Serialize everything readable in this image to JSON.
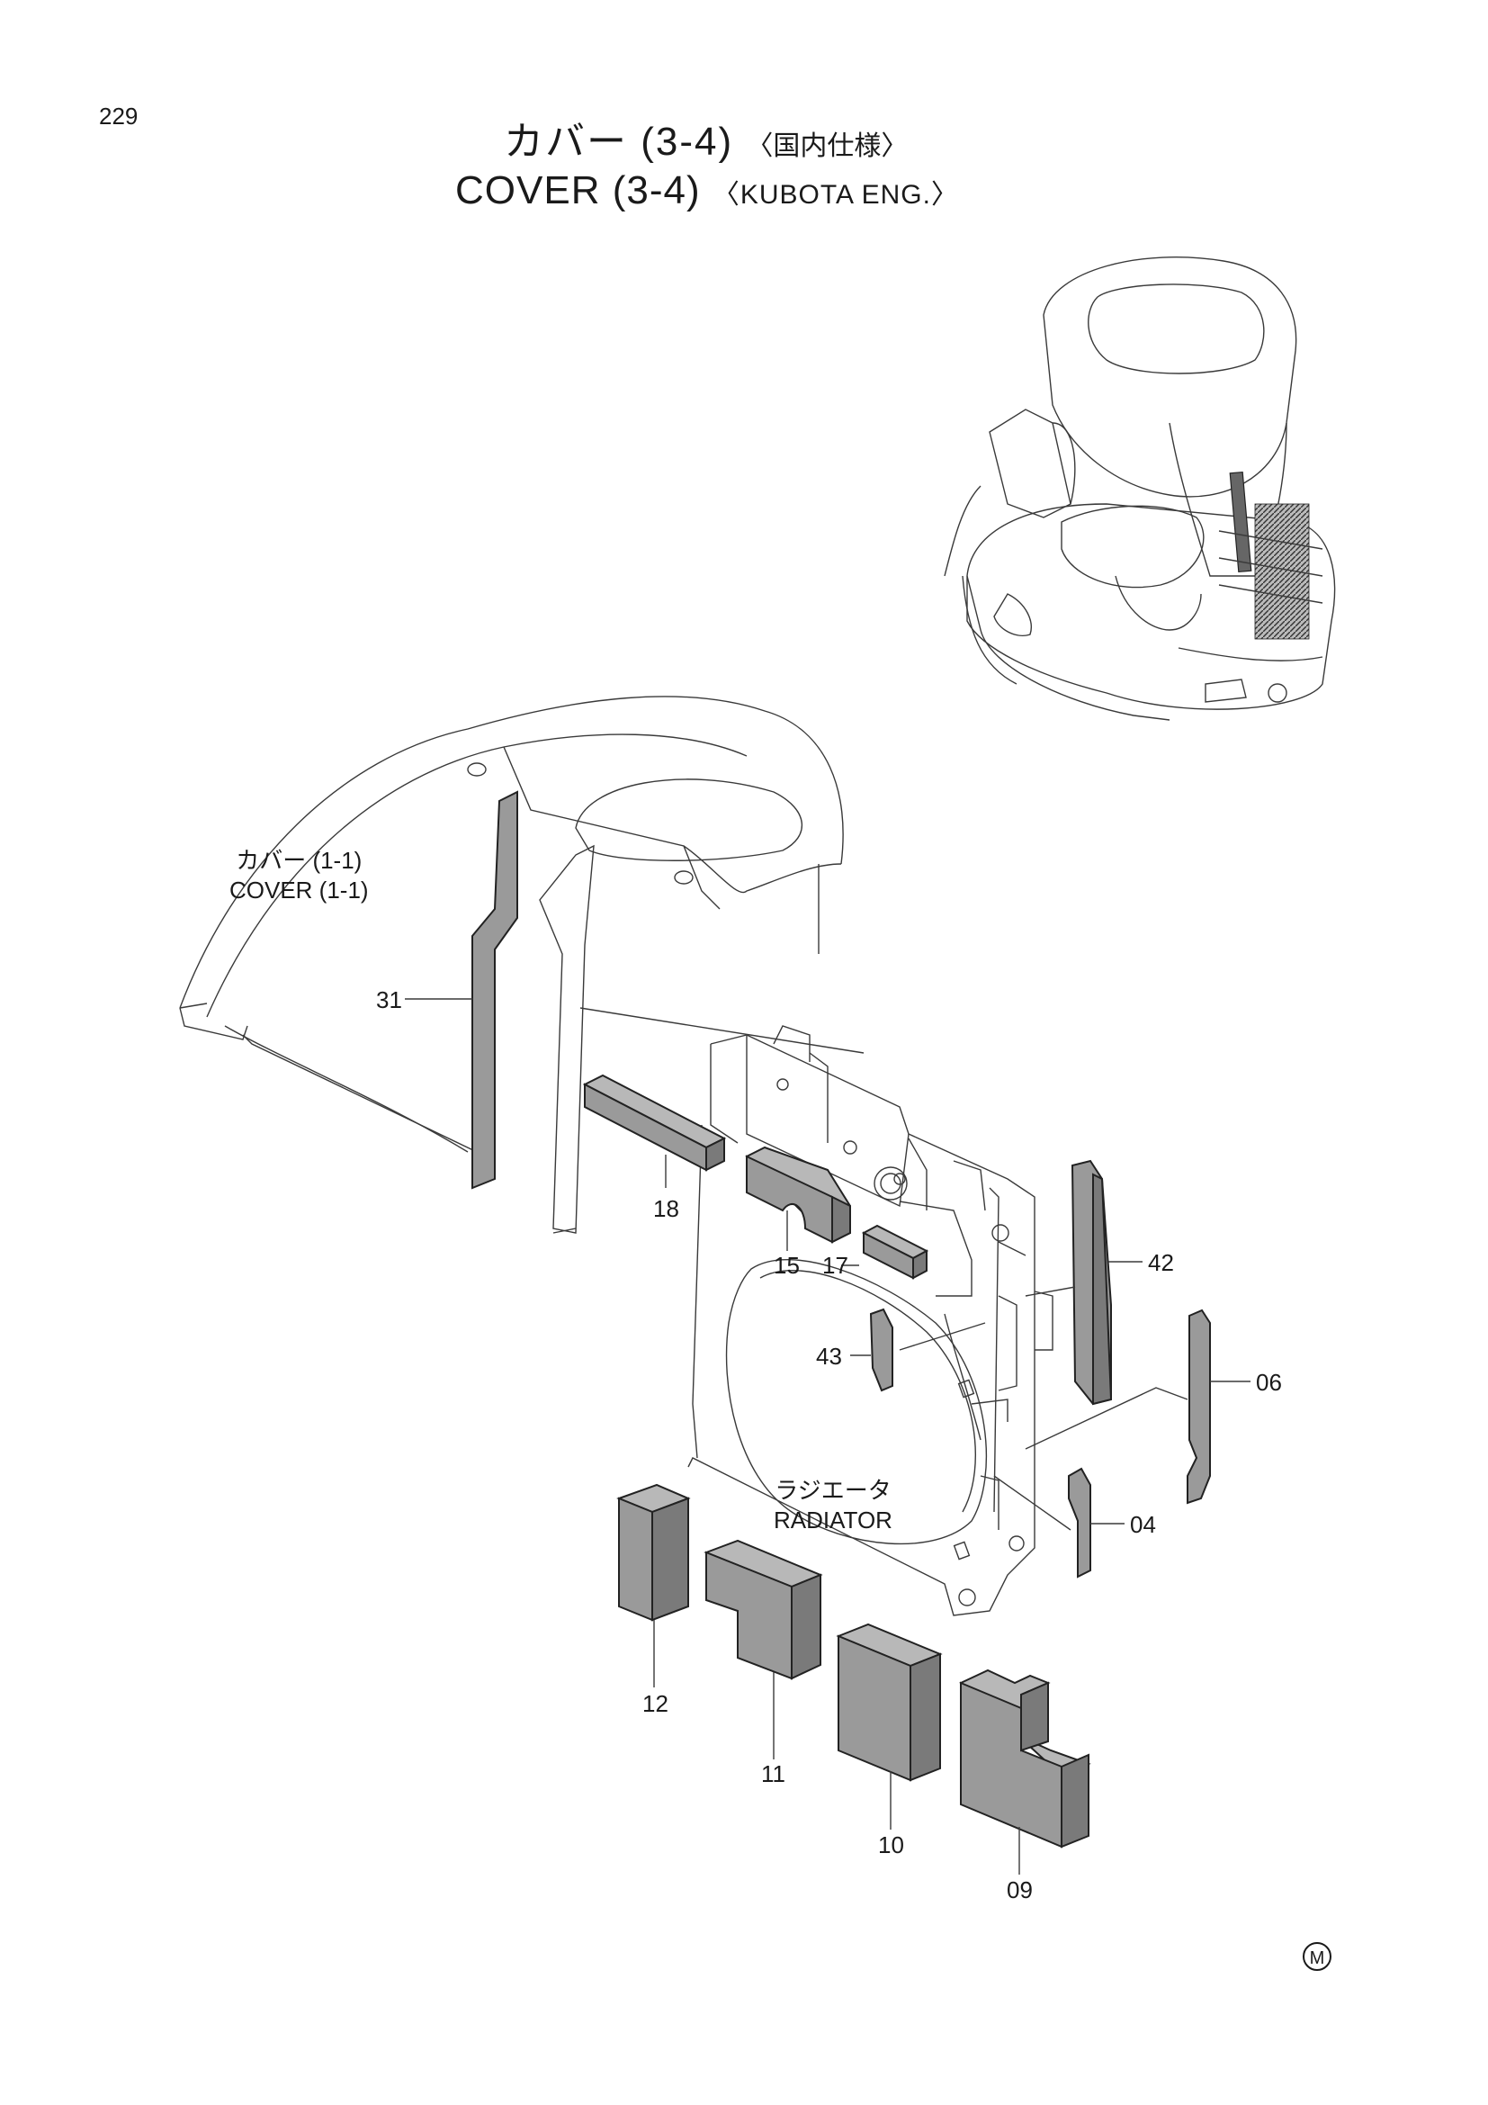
{
  "page_number": "229",
  "title": {
    "jp_main": "カバー (3-4)",
    "jp_sub": "〈国内仕様〉",
    "en_main": "COVER (3-4)",
    "en_sub": "〈KUBOTA ENG.〉"
  },
  "references": {
    "cover_1_1_jp": "カバー (1-1)",
    "cover_1_1_en": "COVER (1-1)",
    "radiator_jp": "ラジエータ",
    "radiator_en": "RADIATOR"
  },
  "part_labels": {
    "p31": "31",
    "p18": "18",
    "p15": "15",
    "p17": "17",
    "p42": "42",
    "p43": "43",
    "p06": "06",
    "p04": "04",
    "p12": "12",
    "p11": "11",
    "p10": "10",
    "p09": "09"
  },
  "corner_mark": "M"
}
